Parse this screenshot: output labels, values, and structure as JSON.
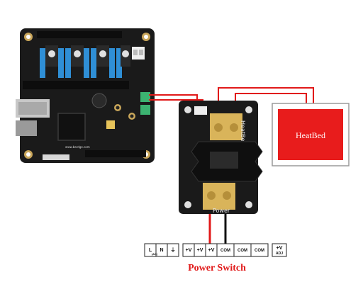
{
  "heatbed": {
    "label": "HeatBed"
  },
  "psu": {
    "terminals": [
      "L",
      "N",
      "⏚",
      "+V",
      "+V",
      "+V",
      "COM",
      "COM",
      "COM",
      "+V"
    ],
    "ac_label": "(AC)",
    "adj_label": "ADJ"
  },
  "caption": "Power Switch",
  "board": {
    "silk_url": "www.bardge.com"
  },
  "mosfet": {
    "silk_heatbed": "HeatBed",
    "silk_power": "Power"
  },
  "colors": {
    "wire_red": "#e11919",
    "wire_black": "#111111",
    "heatbed_fill": "#e81c1c",
    "pcb": "#1a1a1a",
    "driver_blue": "#2f8fd6"
  }
}
